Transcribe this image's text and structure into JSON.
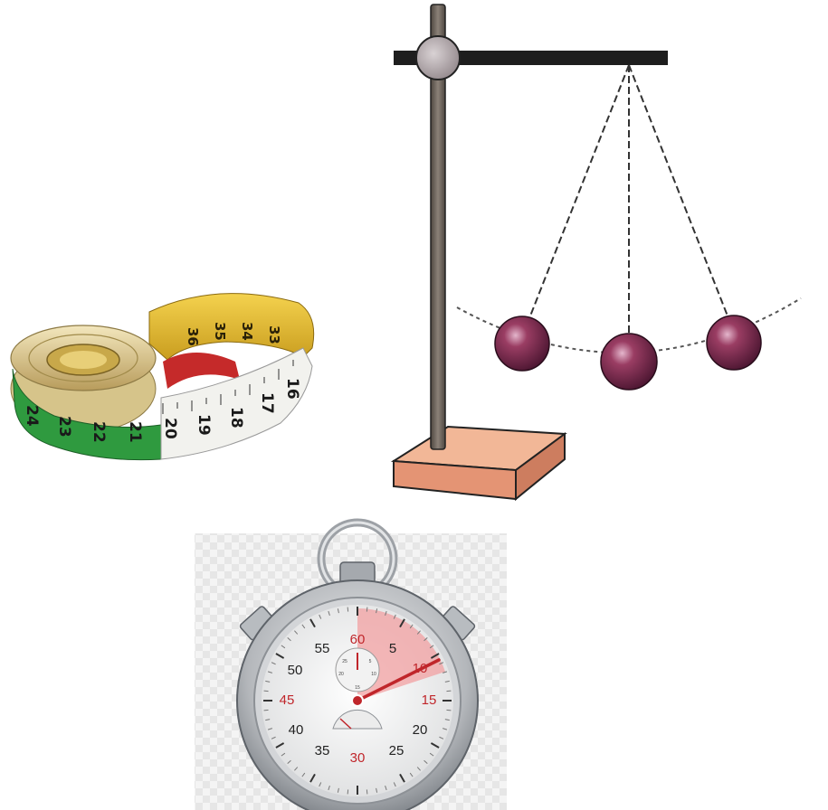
{
  "tape": {
    "green_numbers": [
      "24",
      "23",
      "22",
      "21"
    ],
    "white_numbers": [
      "20",
      "19",
      "18",
      "17",
      "16"
    ],
    "yellow_numbers": [
      "36",
      "35",
      "34",
      "33"
    ],
    "colors": {
      "green": "#2f9a3f",
      "white": "#f2f2ee",
      "red": "#c52a2a",
      "yellow": "#e8c43a",
      "core": "#e6d7a6"
    }
  },
  "pendulum": {
    "colors": {
      "rod": "#6b6258",
      "base": "#e9a07f",
      "ball": "#7a2a4a",
      "clamp": "#b8aeb0",
      "string": "#333333"
    }
  },
  "stopwatch": {
    "black_numbers": [
      "55",
      "5",
      "50",
      "40",
      "20",
      "35",
      "25"
    ],
    "red_numbers": [
      "60",
      "10",
      "45",
      "15",
      "30"
    ],
    "sub_dial_numbers": [
      "25",
      "5",
      "20",
      "10",
      "15"
    ],
    "colors": {
      "case": "#b9bcc0",
      "face": "#f6f6f6",
      "hand": "#c0262b",
      "sector": "#f2a0a2"
    }
  }
}
